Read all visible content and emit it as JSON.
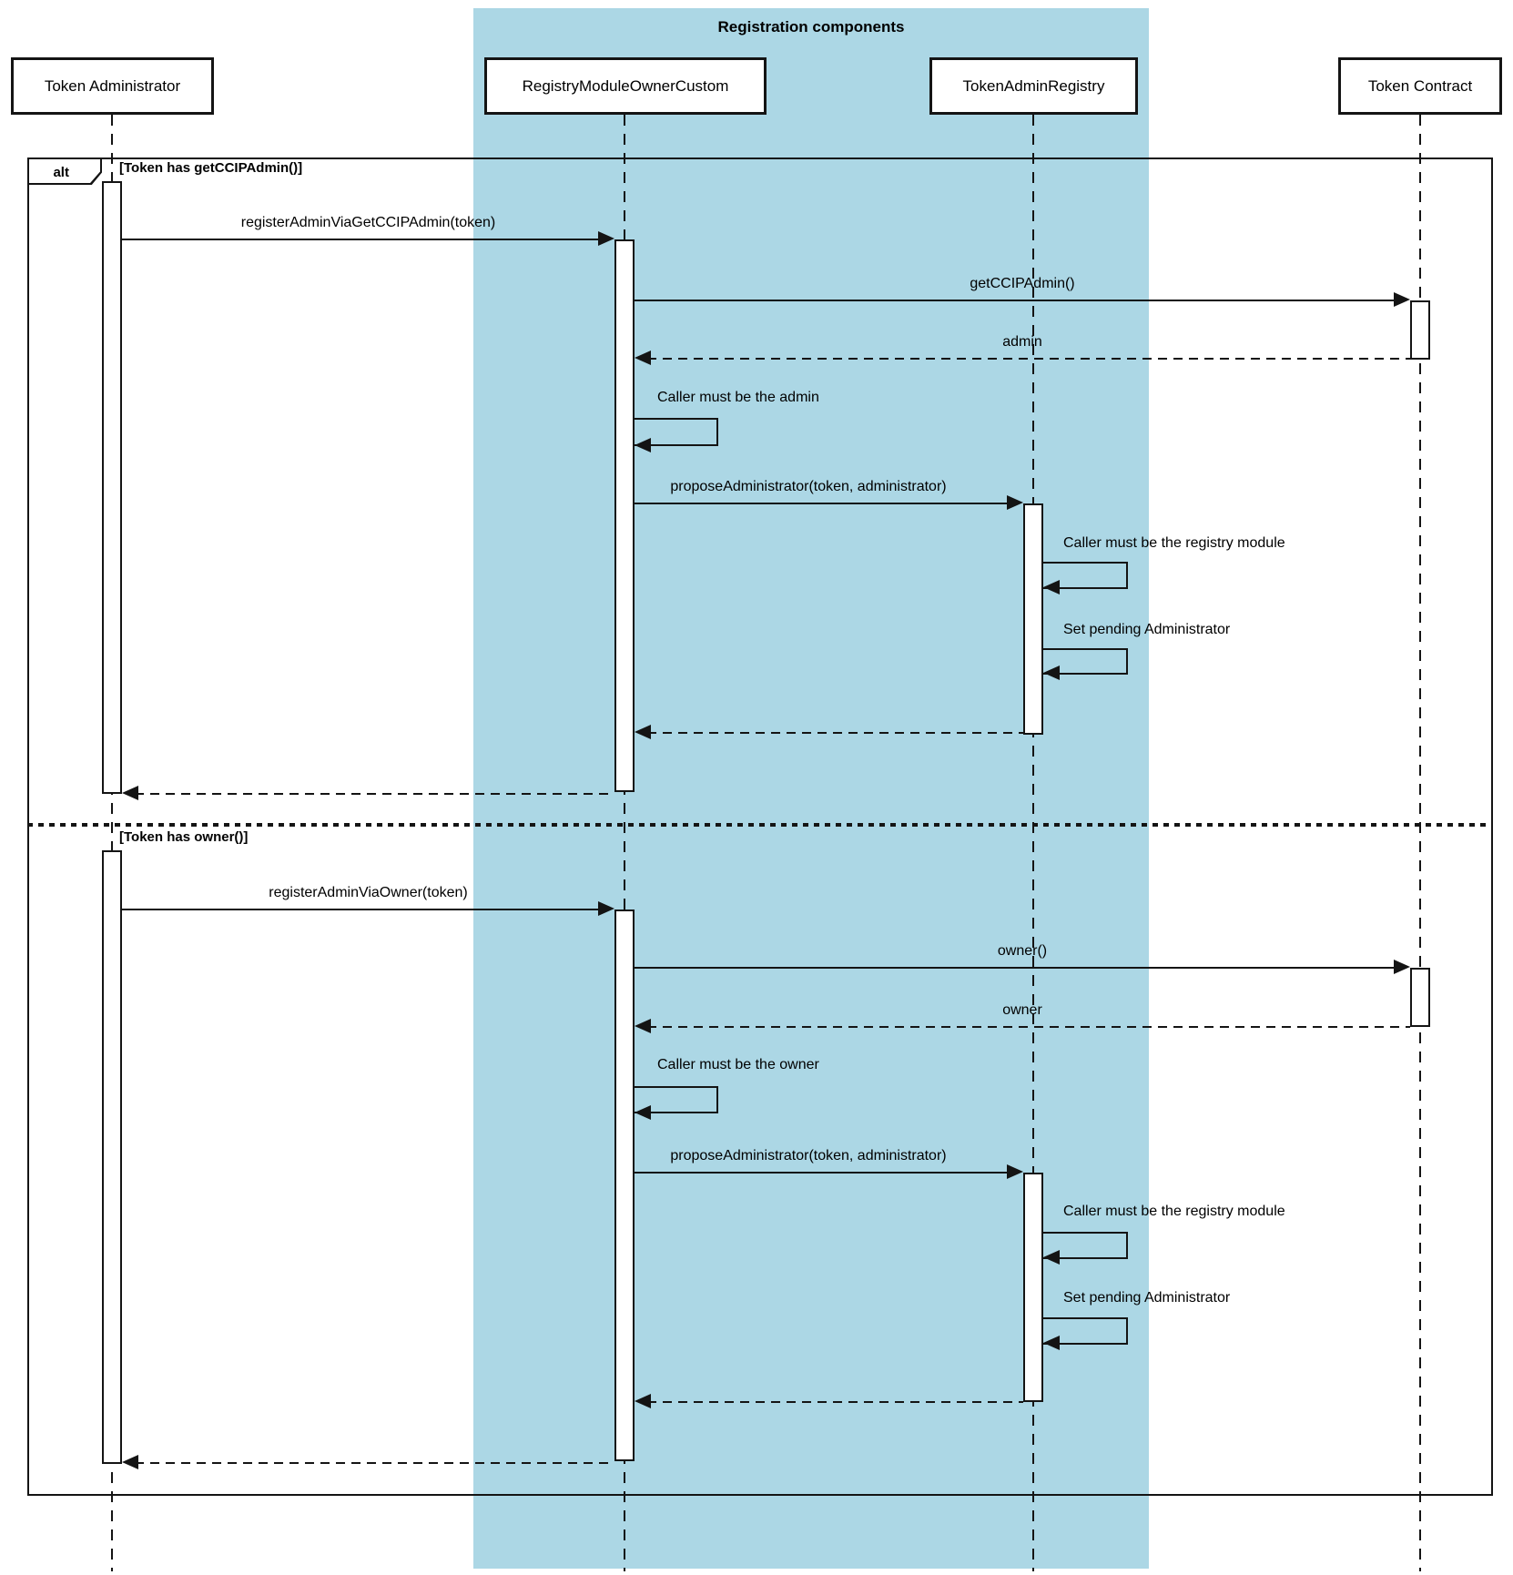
{
  "diagram": {
    "type": "uml-sequence-diagram",
    "title": "Registration components",
    "frame_label": "alt",
    "colors": {
      "group_fill": "#ACD7E5",
      "line": "#141414",
      "background": "#ffffff"
    },
    "participants": [
      {
        "name": "Token Administrator"
      },
      {
        "name": "RegistryModuleOwnerCustom"
      },
      {
        "name": "TokenAdminRegistry"
      },
      {
        "name": "Token Contract"
      }
    ],
    "group_members": [
      "RegistryModuleOwnerCustom",
      "TokenAdminRegistry"
    ],
    "sections": [
      {
        "guard": "[Token has getCCIPAdmin()]",
        "messages": [
          {
            "label": "registerAdminViaGetCCIPAdmin(token)",
            "from": "Token Administrator",
            "to": "RegistryModuleOwnerCustom",
            "style": "solid"
          },
          {
            "label": "getCCIPAdmin()",
            "from": "RegistryModuleOwnerCustom",
            "to": "Token Contract",
            "style": "solid"
          },
          {
            "label": "admin",
            "from": "Token Contract",
            "to": "RegistryModuleOwnerCustom",
            "style": "dashed-return"
          },
          {
            "label": "Caller must be the admin",
            "from": "RegistryModuleOwnerCustom",
            "to": "RegistryModuleOwnerCustom",
            "style": "self"
          },
          {
            "label": "proposeAdministrator(token, administrator)",
            "from": "RegistryModuleOwnerCustom",
            "to": "TokenAdminRegistry",
            "style": "solid"
          },
          {
            "label": "Caller must be the registry module",
            "from": "TokenAdminRegistry",
            "to": "TokenAdminRegistry",
            "style": "self"
          },
          {
            "label": "Set pending Administrator",
            "from": "TokenAdminRegistry",
            "to": "TokenAdminRegistry",
            "style": "self"
          },
          {
            "label": "",
            "from": "TokenAdminRegistry",
            "to": "RegistryModuleOwnerCustom",
            "style": "dashed-return"
          },
          {
            "label": "",
            "from": "RegistryModuleOwnerCustom",
            "to": "Token Administrator",
            "style": "dashed-return"
          }
        ]
      },
      {
        "guard": "[Token has owner()]",
        "messages": [
          {
            "label": "registerAdminViaOwner(token)",
            "from": "Token Administrator",
            "to": "RegistryModuleOwnerCustom",
            "style": "solid"
          },
          {
            "label": "owner()",
            "from": "RegistryModuleOwnerCustom",
            "to": "Token Contract",
            "style": "solid"
          },
          {
            "label": "owner",
            "from": "Token Contract",
            "to": "RegistryModuleOwnerCustom",
            "style": "dashed-return"
          },
          {
            "label": "Caller must be the owner",
            "from": "RegistryModuleOwnerCustom",
            "to": "RegistryModuleOwnerCustom",
            "style": "self"
          },
          {
            "label": "proposeAdministrator(token, administrator)",
            "from": "RegistryModuleOwnerCustom",
            "to": "TokenAdminRegistry",
            "style": "solid"
          },
          {
            "label": "Caller must be the registry module",
            "from": "TokenAdminRegistry",
            "to": "TokenAdminRegistry",
            "style": "self"
          },
          {
            "label": "Set pending Administrator",
            "from": "TokenAdminRegistry",
            "to": "TokenAdminRegistry",
            "style": "self"
          },
          {
            "label": "",
            "from": "TokenAdminRegistry",
            "to": "RegistryModuleOwnerCustom",
            "style": "dashed-return"
          },
          {
            "label": "",
            "from": "RegistryModuleOwnerCustom",
            "to": "Token Administrator",
            "style": "dashed-return"
          }
        ]
      }
    ]
  }
}
